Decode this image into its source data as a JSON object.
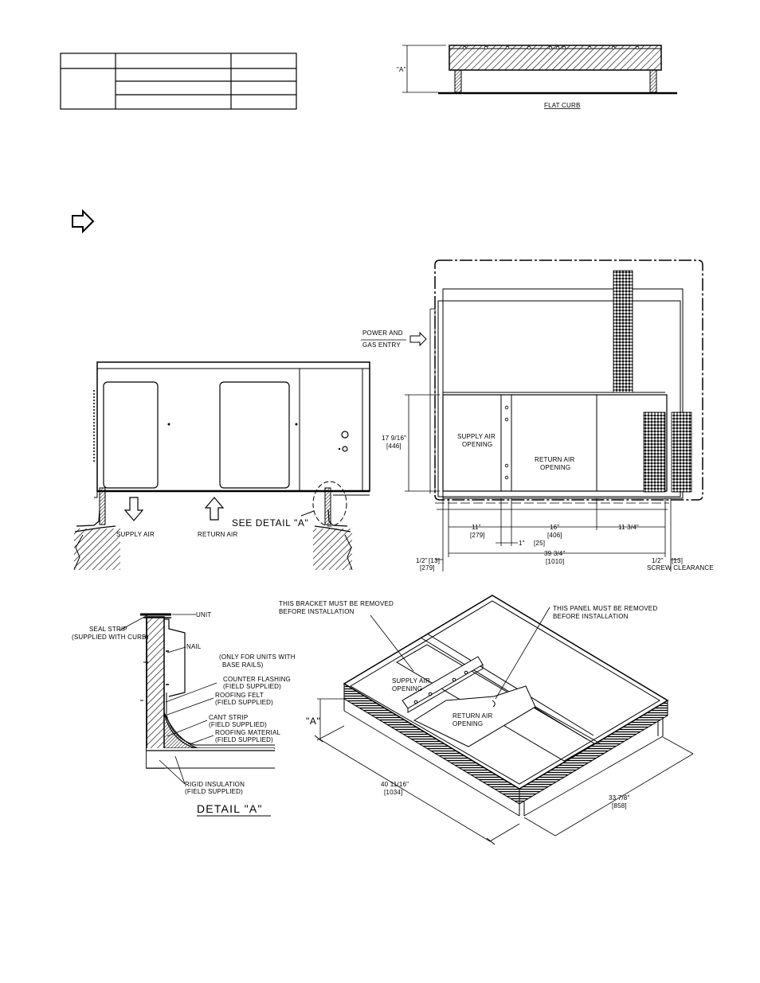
{
  "table": {
    "rows": [
      [
        "",
        "",
        ""
      ],
      [
        "",
        "",
        ""
      ],
      [
        "",
        "",
        ""
      ],
      [
        "",
        "",
        ""
      ]
    ]
  },
  "flat_curb": {
    "a_label": "\"A\"",
    "title": "FLAT CURB"
  },
  "side_view": {
    "supply_air": "SUPPLY AIR",
    "return_air": "RETURN AIR",
    "see_detail": "SEE DETAIL \"A\""
  },
  "top_view": {
    "power_gas_1": "POWER AND",
    "power_gas_2": "GAS ENTRY",
    "height_dim": "17 9/16\"",
    "height_dim_mm": "[446]",
    "supply_1": "SUPPLY AIR",
    "supply_2": "OPENING",
    "return_1": "RETURN AIR",
    "return_2": "OPENING",
    "dim_11": "11\"",
    "dim_11_mm": "[279]",
    "dim_16": "16\"",
    "dim_16_mm": "[406]",
    "dim_11_34": "11 3/4\"",
    "dim_1": "1\"",
    "dim_1_mm": "[25]",
    "dim_39": "39 3/4\"",
    "dim_39_mm": "[1010]",
    "dim_half_left": "1/2\"",
    "dim_half_left_mm1": "[13]",
    "dim_half_left_mm2": "[279]",
    "dim_half_right": "1/2\"",
    "dim_half_right_mm": "[13]",
    "screw_clearance": "SCREW CLEARANCE"
  },
  "detail": {
    "unit": "UNIT",
    "seal_1": "SEAL STRIP",
    "seal_2": "(SUPPLIED WITH CURB)",
    "nail": "NAIL",
    "only_1": "(ONLY FOR UNITS WITH",
    "only_2": "BASE RAILS)",
    "counter_1": "COUNTER FLASHING",
    "counter_2": "(FIELD SUPPLIED)",
    "felt_1": "ROOFING FELT",
    "felt_2": "(FIELD SUPPLIED)",
    "cant_1": "CANT STRIP",
    "cant_2": "(FIELD SUPPLIED)",
    "mat_1": "ROOFING MATERIAL",
    "mat_2": "(FIELD SUPPLIED)",
    "rigid_1": "RIGID INSULATION",
    "rigid_2": "(FIELD SUPPLIED)",
    "title": "DETAIL \"A\""
  },
  "iso": {
    "bracket_1": "THIS BRACKET MUST BE REMOVED",
    "bracket_2": "BEFORE INSTALLATION",
    "panel_1": "THIS PANEL MUST BE REMOVED",
    "panel_2": "BEFORE INSTALLATION",
    "supply_1": "SUPPLY AIR",
    "supply_2": "OPENING",
    "return_1": "RETURN AIR",
    "return_2": "OPENING",
    "a_label": "\"A\"",
    "dim_length": "40 11/16\"",
    "dim_length_mm": "[1034]",
    "dim_width": "33 7/8\"",
    "dim_width_mm": "[858]"
  }
}
